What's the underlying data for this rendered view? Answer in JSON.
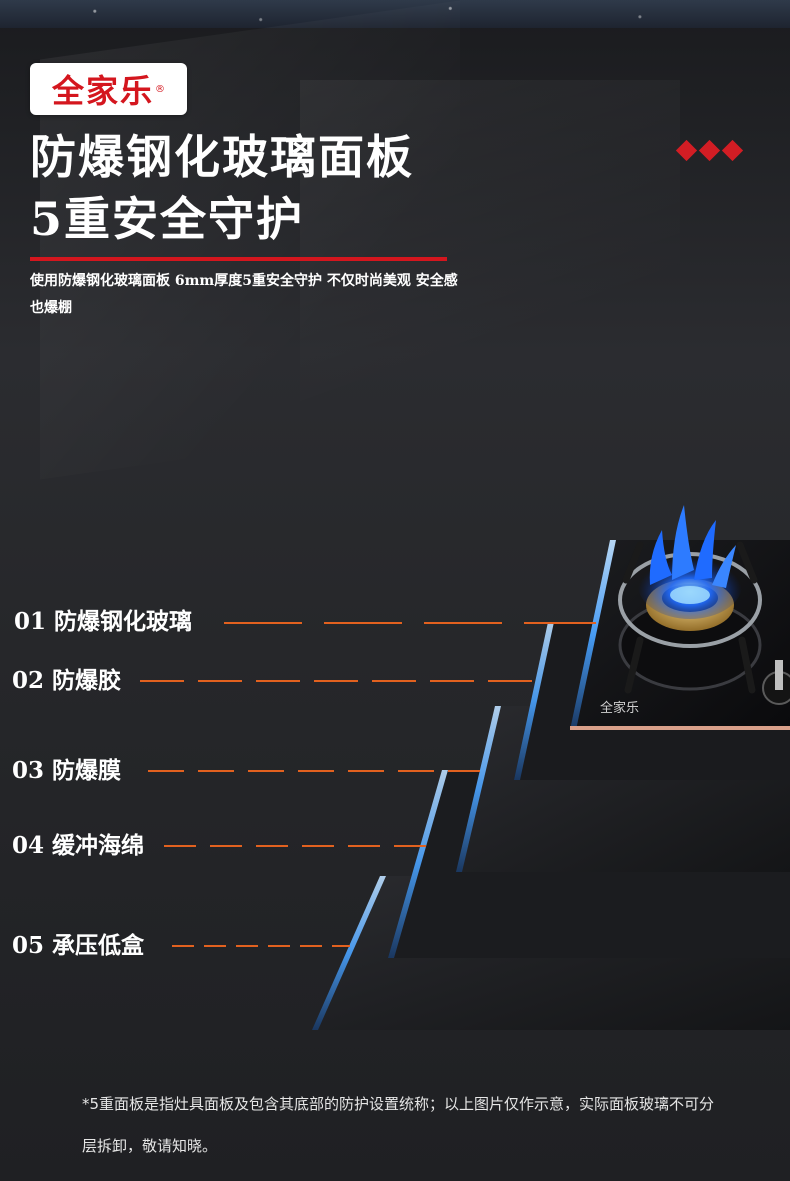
{
  "brand": {
    "logo_text": "全家乐",
    "logo_mark": "®",
    "panel_logo_text": "全家乐",
    "logo_color": "#d4161e"
  },
  "headline": {
    "line1": "防爆钢化玻璃面板",
    "line2": "5重安全守护"
  },
  "description": "使用防爆钢化玻璃面板 6mm厚度5重安全守护 不仅时尚美观 安全感也爆棚",
  "layers": [
    {
      "label": "01 防爆钢化玻璃"
    },
    {
      "label": "02 防爆胶"
    },
    {
      "label": "03 防爆膜"
    },
    {
      "label": "04 缓冲海绵"
    },
    {
      "label": "05 承压低盒"
    }
  ],
  "footnote": "*5重面板是指灶具面板及包含其底部的防护设置统称；以上图片仅作示意，实际面板玻璃不可分层拆卸，敬请知晓。",
  "colors": {
    "accent_red": "#d4161e",
    "leader_orange": "#e2611f",
    "flame_blue": "#1f6bff",
    "panel_edge": "#4aa3ff"
  },
  "icons": [
    "flame-icon",
    "burner-icon",
    "knob-icon",
    "diamond-icon"
  ]
}
